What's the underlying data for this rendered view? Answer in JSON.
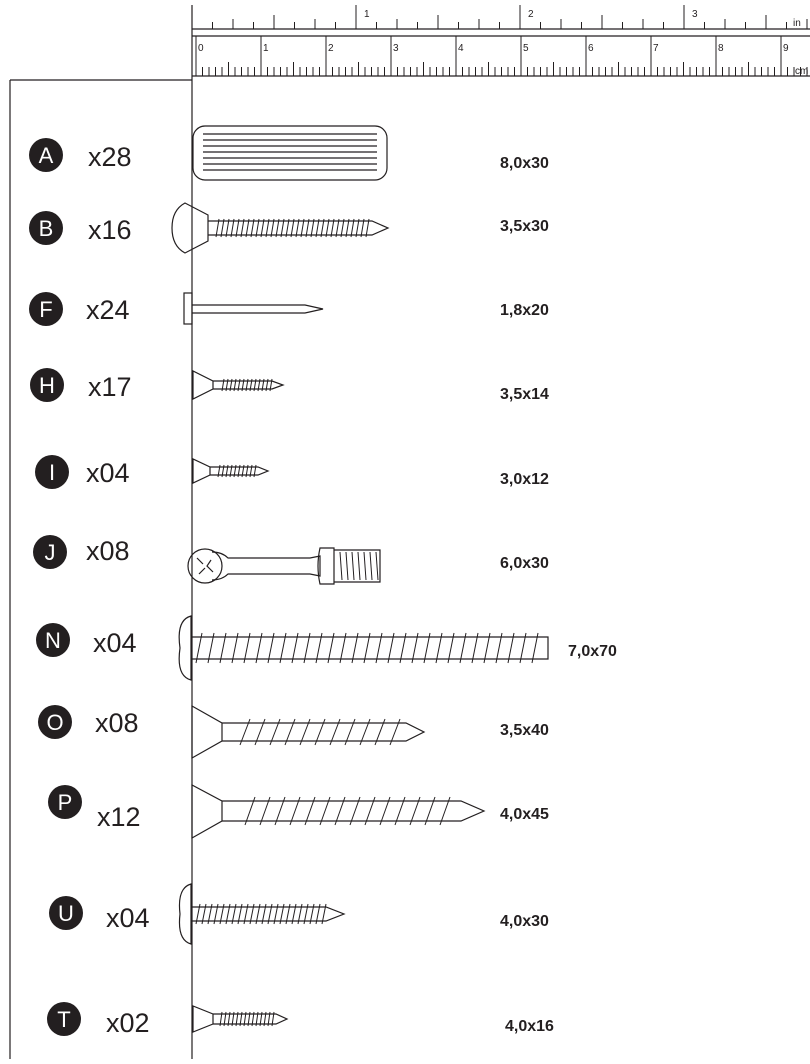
{
  "ruler": {
    "inch_labels": [
      "1",
      "2",
      "3"
    ],
    "inch_unit": "in",
    "cm_labels": [
      "0",
      "1",
      "2",
      "3",
      "4",
      "5",
      "6",
      "7",
      "8",
      "9"
    ],
    "cm_unit": "cm"
  },
  "parts": [
    {
      "letter": "A",
      "qty": "x28",
      "size": "8,0x30",
      "type": "dowel"
    },
    {
      "letter": "B",
      "qty": "x16",
      "size": "3,5x30",
      "type": "pan-screw"
    },
    {
      "letter": "F",
      "qty": "x24",
      "size": "1,8x20",
      "type": "nail"
    },
    {
      "letter": "H",
      "qty": "x17",
      "size": "3,5x14",
      "type": "countersunk-screw"
    },
    {
      "letter": "I",
      "qty": "x04",
      "size": "3,0x12",
      "type": "countersunk-screw"
    },
    {
      "letter": "J",
      "qty": "x08",
      "size": "6,0x30",
      "type": "connector-bolt"
    },
    {
      "letter": "N",
      "qty": "x04",
      "size": "7,0x70",
      "type": "confirmat-screw"
    },
    {
      "letter": "O",
      "qty": "x08",
      "size": "3,5x40",
      "type": "countersunk-screw"
    },
    {
      "letter": "P",
      "qty": "x12",
      "size": "4,0x45",
      "type": "countersunk-screw"
    },
    {
      "letter": "U",
      "qty": "x04",
      "size": "4,0x30",
      "type": "pan-screw"
    },
    {
      "letter": "T",
      "qty": "x02",
      "size": "4,0x16",
      "type": "countersunk-screw"
    }
  ]
}
